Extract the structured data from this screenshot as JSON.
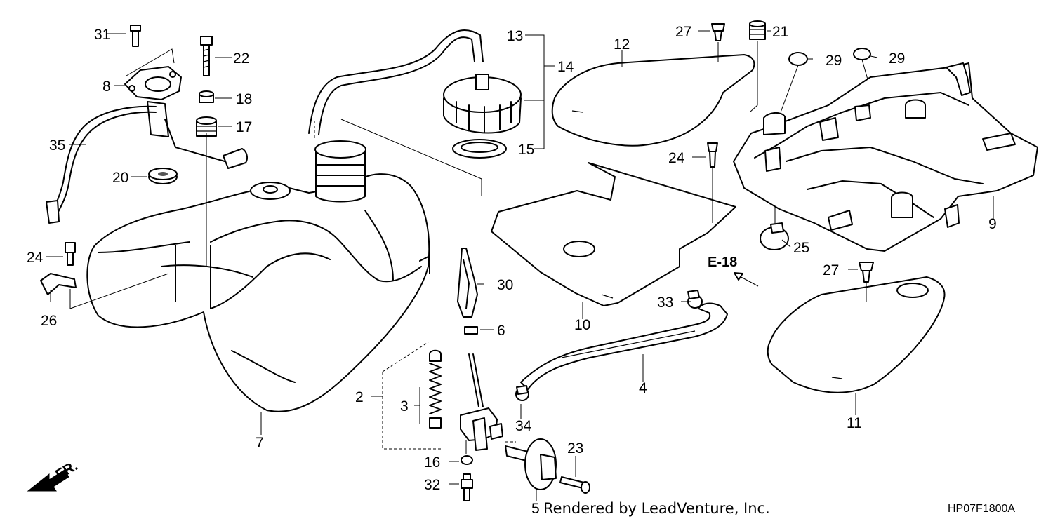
{
  "callouts": {
    "c2": "2",
    "c3": "3",
    "c4": "4",
    "c5": "5",
    "c6": "6",
    "c7": "7",
    "c8": "8",
    "c9": "9",
    "c10": "10",
    "c11": "11",
    "c12": "12",
    "c13": "13",
    "c14": "14",
    "c15": "15",
    "c16": "16",
    "c17": "17",
    "c18": "18",
    "c20": "20",
    "c21": "21",
    "c22": "22",
    "c23": "23",
    "c24a": "24",
    "c24b": "24",
    "c25": "25",
    "c26": "26",
    "c27a": "27",
    "c27b": "27",
    "c29a": "29",
    "c29b": "29",
    "c30": "30",
    "c31": "31",
    "c32": "32",
    "c33": "33",
    "c34": "34",
    "c35": "35"
  },
  "section_ref": "E-18",
  "front_label": "FR.",
  "footer": {
    "credit": "Rendered by LeadVenture, Inc.",
    "diagram_code": "HP07F1800A"
  }
}
